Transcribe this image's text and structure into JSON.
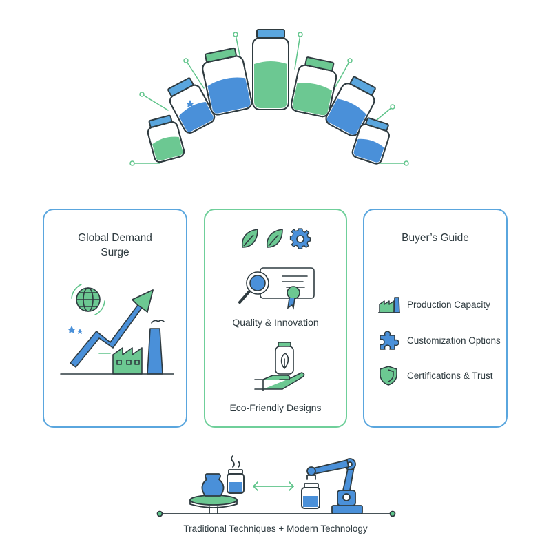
{
  "cards": {
    "global": {
      "title_line1": "Global Demand",
      "title_line2": "Surge"
    },
    "quality": {
      "quality_label": "Quality & Innovation",
      "eco_label": "Eco-Friendly Designs"
    },
    "guide": {
      "title": "Buyer’s Guide",
      "items": [
        {
          "label": "Production Capacity",
          "icon": "factory-icon"
        },
        {
          "label": "Customization Options",
          "icon": "puzzle-icon"
        },
        {
          "label": "Certifications & Trust",
          "icon": "shield-icon"
        }
      ]
    }
  },
  "footer": {
    "caption": "Traditional Techniques + Modern Technology"
  },
  "colors": {
    "blue": "#4a90d9",
    "green": "#5fc48a",
    "outline": "#2f3b40"
  }
}
